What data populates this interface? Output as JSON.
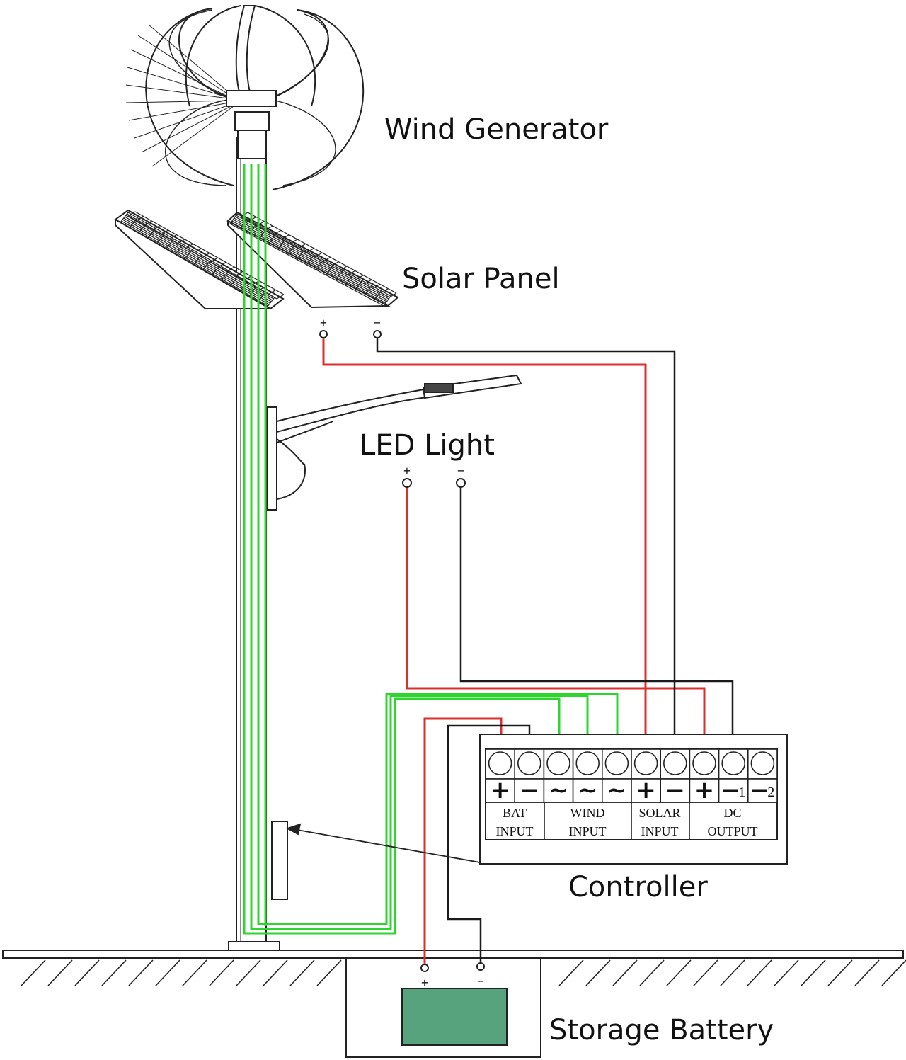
{
  "labels": {
    "wind_generator": "Wind Generator",
    "solar_panel": "Solar Panel",
    "led_light": "LED Light",
    "controller": "Controller",
    "storage_battery": "Storage Battery"
  },
  "polarity": {
    "plus": "+",
    "minus": "−"
  },
  "controller": {
    "symbols": [
      "+",
      "−",
      "~",
      "~",
      "~",
      "+",
      "−",
      "+",
      "−1",
      "−2"
    ],
    "groups": [
      {
        "line1": "BAT",
        "line2": "INPUT"
      },
      {
        "line1": "WIND",
        "line2": "INPUT"
      },
      {
        "line1": "SOLAR",
        "line2": "INPUT"
      },
      {
        "line1": "DC",
        "line2": "OUTPUT"
      }
    ]
  },
  "colors": {
    "positive_wire": "#d9302c",
    "negative_wire": "#1a1a1a",
    "wind_wire": "#2fd52f",
    "battery_fill": "#57a37e"
  }
}
